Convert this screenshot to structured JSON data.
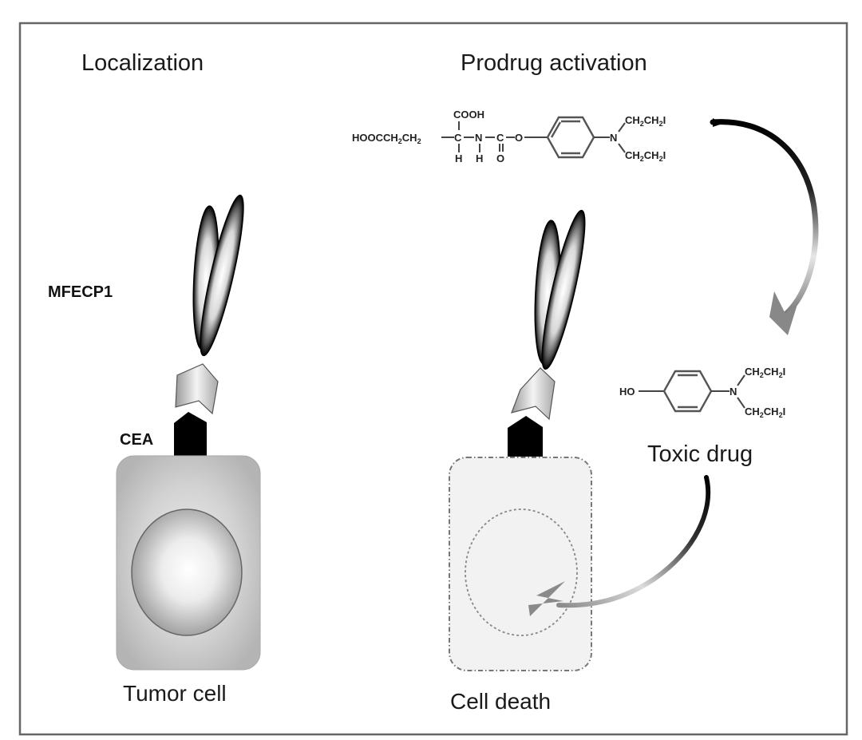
{
  "figure": {
    "panels": [
      {
        "id": "left",
        "heading": "Localization"
      },
      {
        "id": "right",
        "heading": "Prodrug activation"
      }
    ],
    "labels": {
      "antibody": "MFECP1",
      "antigen": "CEA",
      "tumor_cell": "Tumor cell",
      "cell_death": "Cell death",
      "toxic_drug": "Toxic drug"
    },
    "prodrug": {
      "left_chain": "HOOCCH",
      "left_chain_sub1": "2",
      "left_chain_mid": "CH",
      "left_chain_sub2": "2",
      "alpha_c": "C",
      "carboxyl": "COOH",
      "h1": "H",
      "n": "N",
      "h2": "H",
      "carbonyl_c": "C",
      "carbonyl_o": "O",
      "ester_o": "O",
      "amine_n": "N",
      "arm_a": "CH",
      "arm_sub1": "2",
      "arm_b": "CH",
      "arm_sub2": "2",
      "arm_i": "I"
    },
    "drug": {
      "hydroxyl": "HO",
      "amine_n": "N",
      "arm_a": "CH",
      "arm_sub1": "2",
      "arm_b": "CH",
      "arm_sub2": "2",
      "arm_i": "I"
    },
    "icons": {
      "antibody": "antibody-glyph",
      "antigen": "antigen-pentagon",
      "cell": "cell-rounded-rect",
      "nucleus": "nucleus-ellipse",
      "activation_arrow": "curved-arrow",
      "attack_arrow": "curved-arrow"
    }
  }
}
